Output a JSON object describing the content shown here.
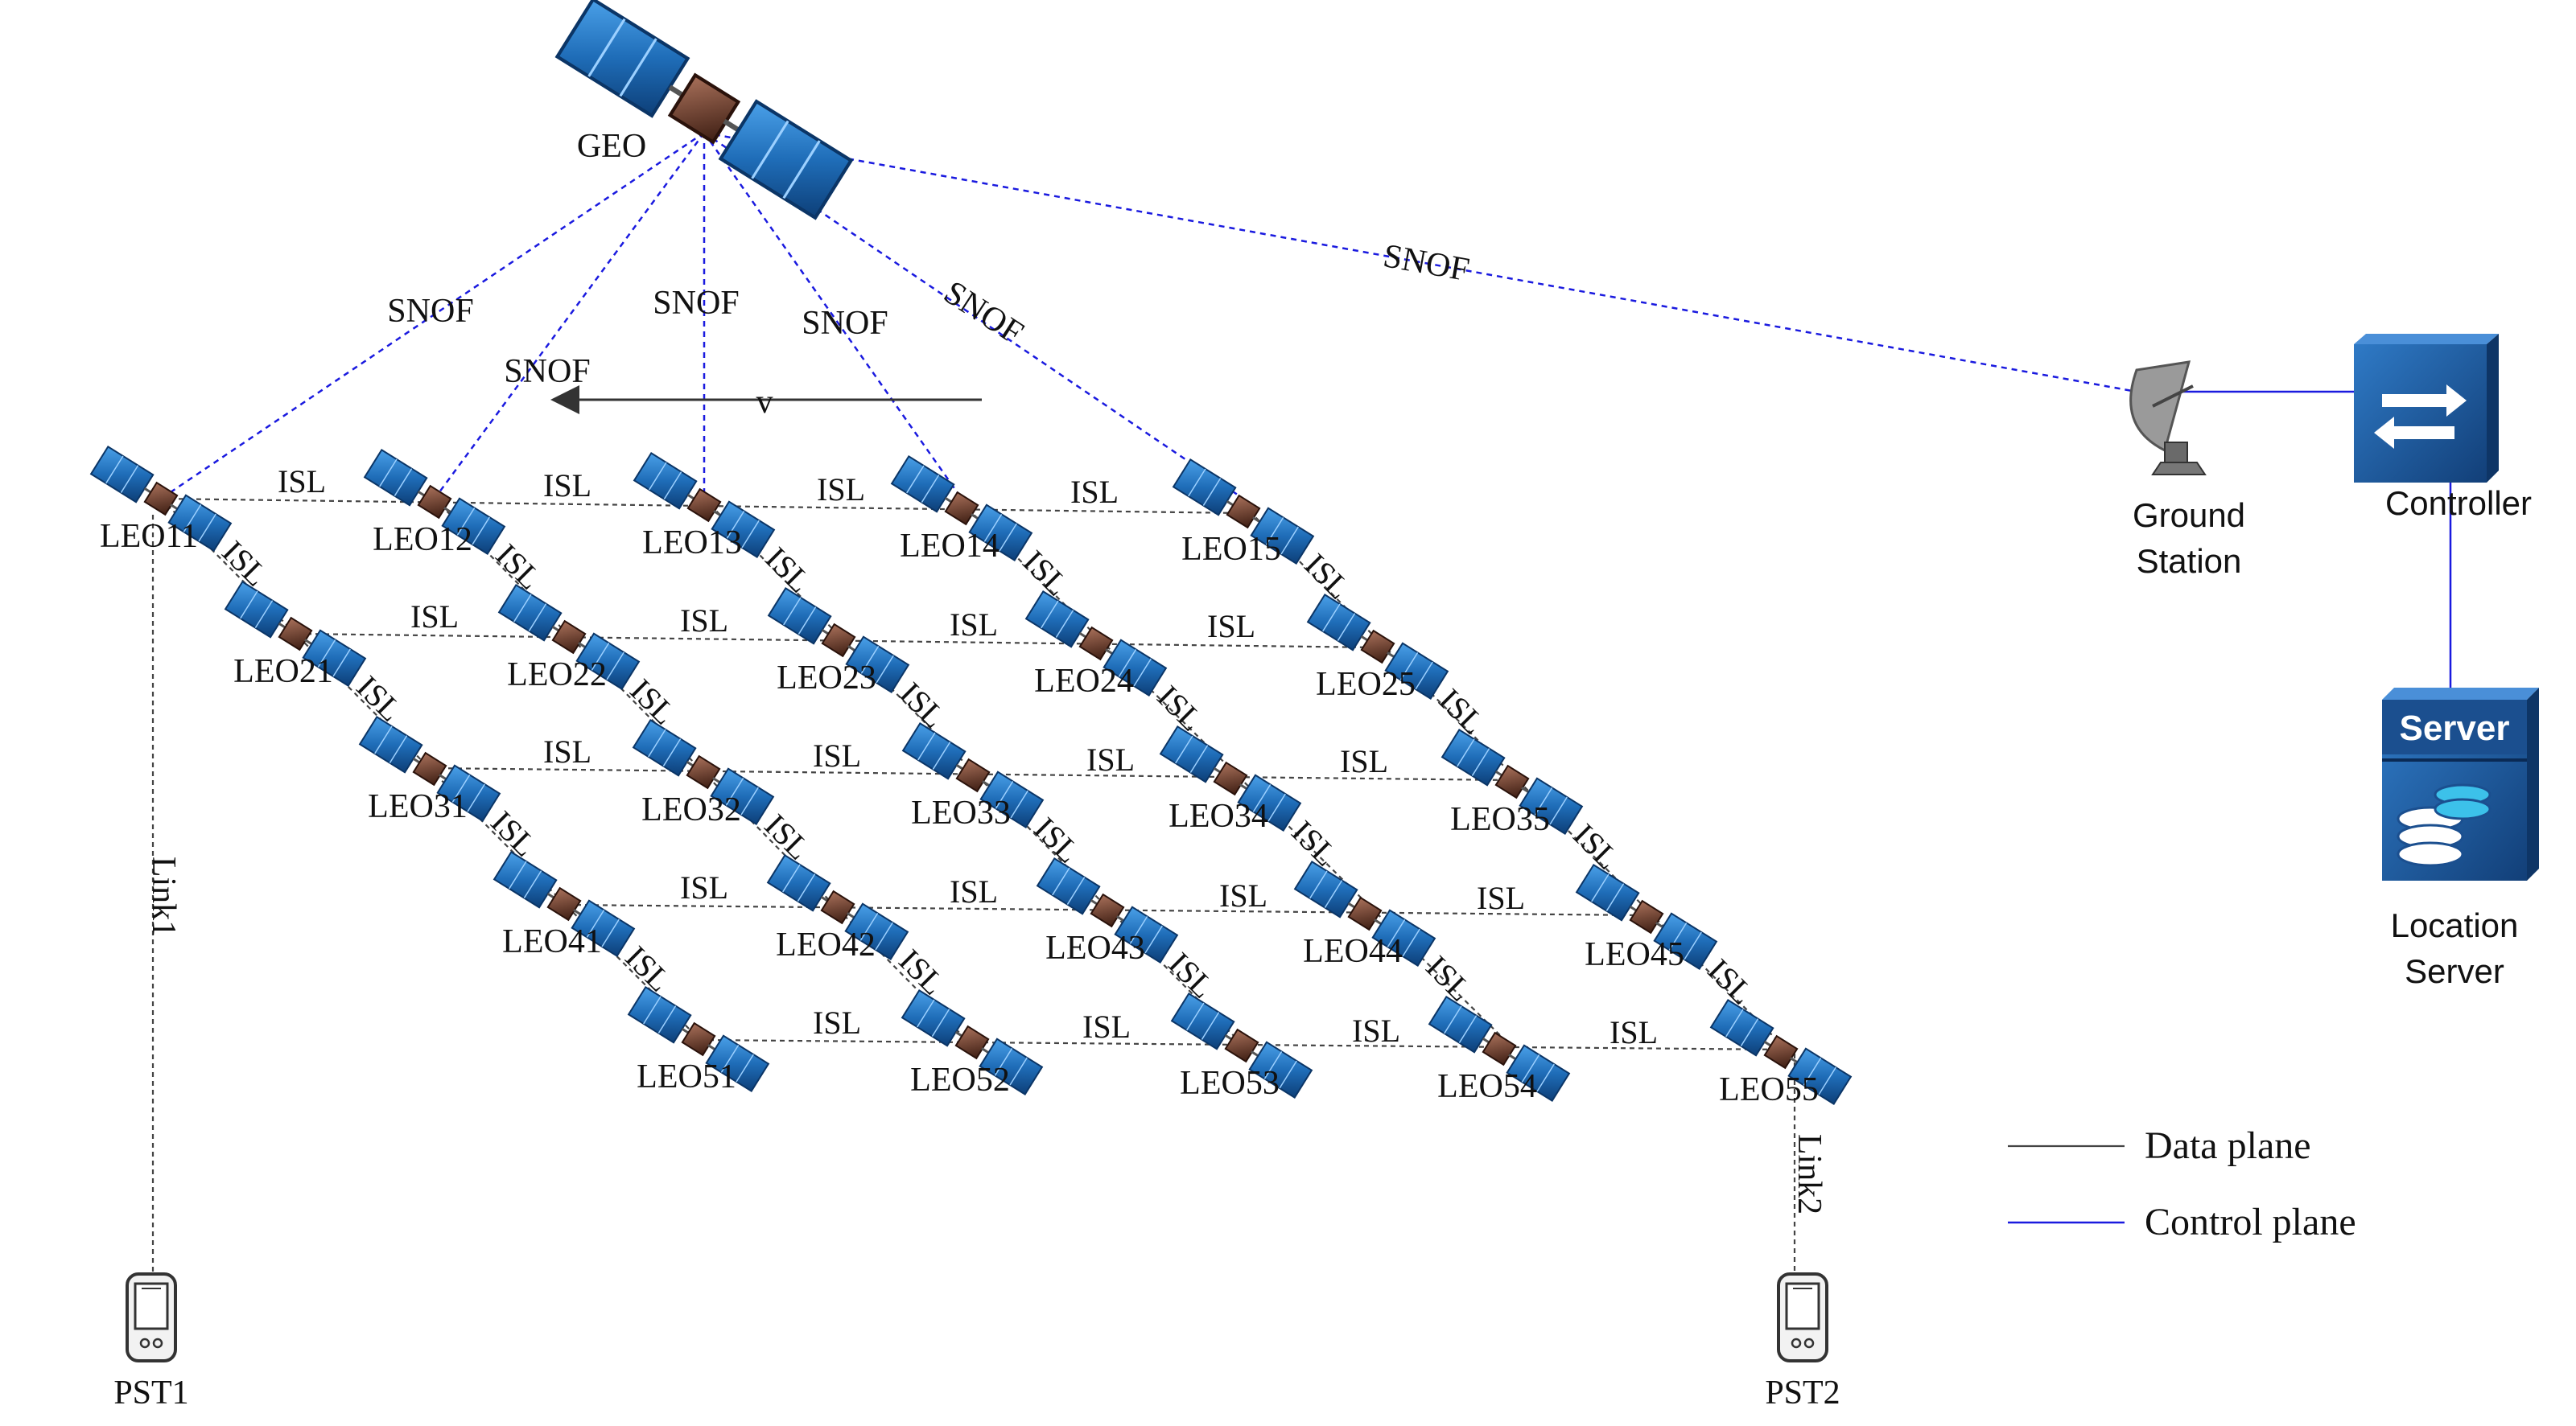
{
  "geo": {
    "label": "GEO"
  },
  "snof_label": "SNOF",
  "isl_label": "ISL",
  "velocity_label": "v",
  "leo_labels": [
    [
      "LEO11",
      "LEO12",
      "LEO13",
      "LEO14",
      "LEO15"
    ],
    [
      "LEO21",
      "LEO22",
      "LEO23",
      "LEO24",
      "LEO25"
    ],
    [
      "LEO31",
      "LEO32",
      "LEO33",
      "LEO34",
      "LEO35"
    ],
    [
      "LEO41",
      "LEO42",
      "LEO43",
      "LEO44",
      "LEO45"
    ],
    [
      "LEO51",
      "LEO52",
      "LEO53",
      "LEO54",
      "LEO55"
    ]
  ],
  "ground_station": {
    "line1": "Ground",
    "line2": "Station"
  },
  "controller": {
    "label": "Controller"
  },
  "server": {
    "badge": "Server",
    "line1": "Location",
    "line2": "Server"
  },
  "links": {
    "link1": "Link1",
    "link2": "Link2"
  },
  "terminals": {
    "pst1": "PST1",
    "pst2": "PST2"
  },
  "legend": {
    "data_plane": "Data plane",
    "control_plane": "Control plane"
  },
  "colors": {
    "control_line": "#1a1adf",
    "data_line": "#444444",
    "solar_panel": "#1f6db8",
    "satellite_body": "#6b3a2a",
    "device_blue": "#1c5ea8"
  }
}
